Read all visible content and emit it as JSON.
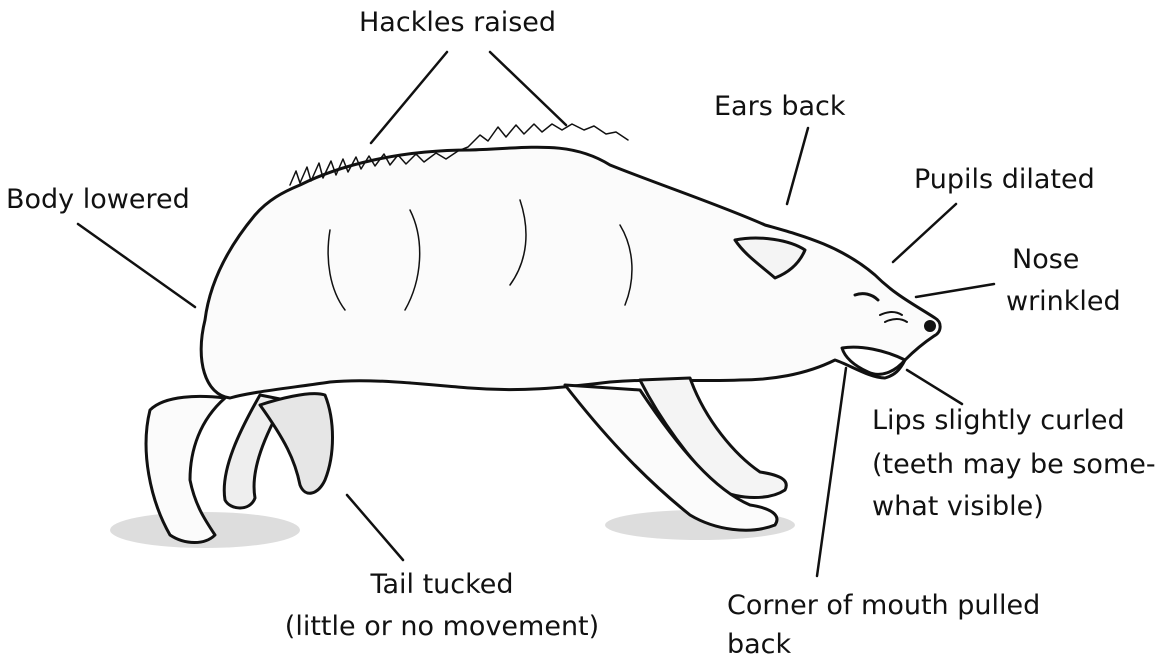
{
  "labels": {
    "hackles": "Hackles raised",
    "ears": "Ears back",
    "pupils": "Pupils dilated",
    "nose_1": "Nose",
    "nose_2": "wrinkled",
    "body": "Body lowered",
    "lips_1": "Lips slightly curled",
    "lips_2": "(teeth may be some-",
    "lips_3": "what visible)",
    "tail_1": "Tail tucked",
    "tail_2": "(little or no movement)",
    "mouth_1": "Corner of mouth pulled",
    "mouth_2": "back"
  },
  "colors": {
    "ink": "#111111",
    "paper": "#ffffff"
  }
}
